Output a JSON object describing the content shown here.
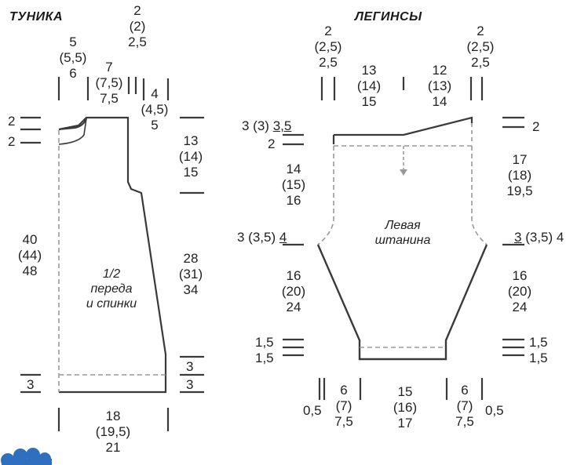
{
  "tunic": {
    "title": "ТУНИКА",
    "piece_label_1": "1/2",
    "piece_label_2": "переда",
    "piece_label_3": "и спинки",
    "top_left_width": [
      "5",
      "(5,5)",
      "6"
    ],
    "shoulder_width": [
      "7",
      "(7,5)",
      "7,5"
    ],
    "shoulder_drop": [
      "2",
      "(2)",
      "2,5"
    ],
    "armhole_width": [
      "4",
      "(4,5)",
      "5"
    ],
    "neck_depth_1": "2",
    "neck_depth_2": "2",
    "armhole_height": [
      "13",
      "(14)",
      "15"
    ],
    "total_length": [
      "40",
      "(44)",
      "48"
    ],
    "side_length": [
      "28",
      "(31)",
      "34"
    ],
    "hem_left": "3",
    "hem_right_1": "3",
    "hem_right_2": "3",
    "bottom_width": [
      "18",
      "(19,5)",
      "21"
    ]
  },
  "leggings": {
    "title": "ЛЕГИНСЫ",
    "piece_label_1": "Левая",
    "piece_label_2": "штанина",
    "top_left_edge": [
      "2",
      "(2,5)",
      "2,5"
    ],
    "top_width_left": [
      "13",
      "(14)",
      "15"
    ],
    "top_width_right": [
      "12",
      "(13)",
      "14"
    ],
    "top_right_edge": [
      "2",
      "(2,5)",
      "2,5"
    ],
    "waist_left_a": "3 (3)",
    "waist_left_b": "3,5",
    "waist_left_2": "2",
    "waist_right": "2",
    "rise_left": [
      "14",
      "(15)",
      "16"
    ],
    "rise_right": [
      "17",
      "(18)",
      "19,5"
    ],
    "crotch_left_a": "3 (3,5)",
    "crotch_left_b": "4",
    "crotch_right_a": "3",
    "crotch_right_b": "(3,5) 4",
    "leg_left": [
      "16",
      "(20)",
      "24"
    ],
    "leg_right": [
      "16",
      "(20)",
      "24"
    ],
    "cuff_left_1": "1,5",
    "cuff_left_2": "1,5",
    "cuff_right_1": "1,5",
    "cuff_right_2": "1,5",
    "bottom_left_edge": "0,5",
    "bottom_left_width": [
      "6",
      "(7)",
      "7,5"
    ],
    "bottom_center_width": [
      "15",
      "(16)",
      "17"
    ],
    "bottom_right_width": [
      "6",
      "(7)",
      "7,5"
    ],
    "bottom_right_edge": "0,5"
  },
  "colors": {
    "line": "#3a3a3a",
    "dash": "#9a9a9a",
    "logo": "#2f6fc0"
  }
}
